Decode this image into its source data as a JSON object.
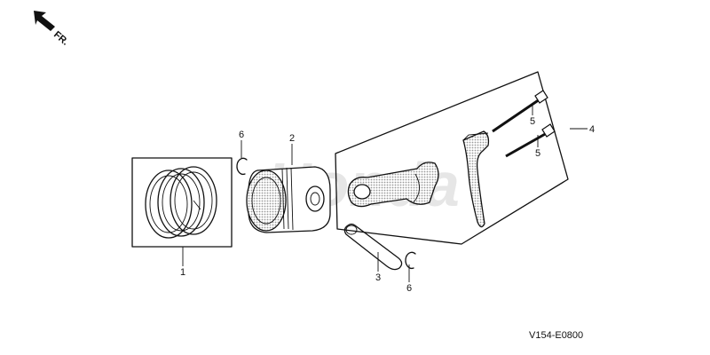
{
  "direction_label": "FR.",
  "callouts": {
    "c1": "1",
    "c2": "2",
    "c3": "3",
    "c4": "4",
    "c5a": "5",
    "c5b": "5",
    "c6a": "6",
    "c6b": "6"
  },
  "diagram_code": "V154-E0800",
  "watermark_text": "Honda",
  "colors": {
    "ink": "#111111",
    "watermark": "#cfcfcf",
    "background": "#ffffff"
  }
}
